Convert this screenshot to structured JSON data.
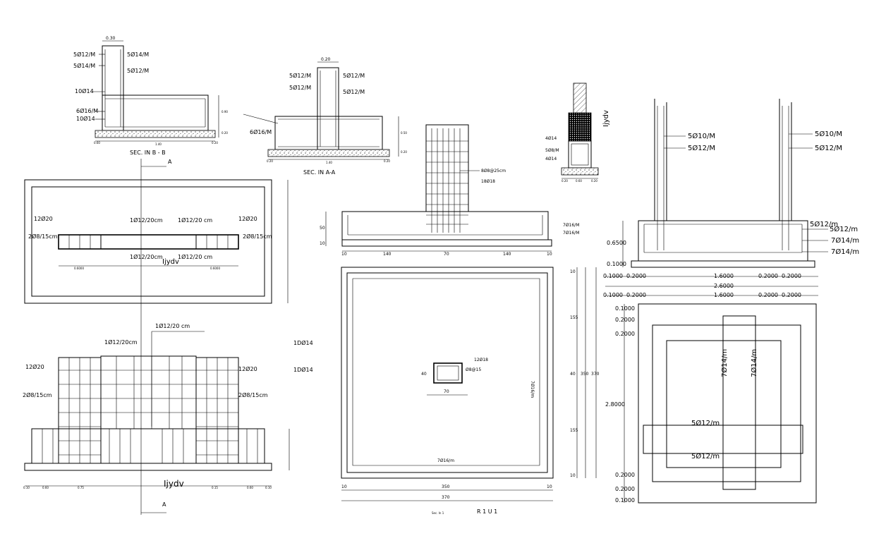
{
  "sections": {
    "bb": {
      "title": "SEC. IN B - B",
      "labels": [
        "5Ø12/M",
        "5Ø14/M",
        "10Ø14",
        "6Ø16/M",
        "10Ø14"
      ],
      "right_labels": [
        "5Ø14/M",
        "5Ø12/M"
      ],
      "dim_top": "0.30",
      "dims_small": [
        "0.60",
        "0.20",
        "0.90",
        "1.40",
        "0.20"
      ]
    },
    "aa": {
      "title": "SEC. IN A-A",
      "labels": [
        "5Ø12/M",
        "5Ø12/M",
        "6Ø16/M"
      ],
      "right_labels": [
        "5Ø12/M",
        "5Ø12/M"
      ],
      "dim_top": "0.20",
      "dims_small": [
        "0.20",
        "1.40",
        "0.20",
        "0.50",
        "0.20"
      ]
    },
    "plan": {
      "labels": [
        "12Ø20",
        "2Ø8/15cm",
        "1Ø12/20cm",
        "1Ø12/20 cm",
        "1Ø12/20cm",
        "1Ø12/20 cm",
        "12Ø20",
        "2Ø8/15cm"
      ],
      "center_label": "Ijydv",
      "marker_a": "A",
      "dims": [
        "0.6000",
        "0.6000"
      ]
    },
    "elev": {
      "labels": [
        "1Ø12/20 cm",
        "1Ø12/20cm",
        "12Ø20",
        "2Ø8/15cm",
        "12Ø20",
        "2Ø8/15cm",
        "1DØ14",
        "1DØ14"
      ],
      "center_label": "Ijydv",
      "marker_a": "A",
      "bottom_dims": [
        "0.10",
        "0.60",
        "0.75",
        "0.15",
        "0.60",
        "0.10"
      ]
    },
    "footing_elev": {
      "labels": [
        "8Ø8@25cm",
        "18Ø18",
        "7Ø16/M",
        "7Ø16/M"
      ],
      "dims": [
        "10",
        "140",
        "70",
        "140",
        "10"
      ],
      "side_dims": [
        "50",
        "10"
      ]
    },
    "footing_plan": {
      "labels": [
        "12Ø18",
        "Ø8@15",
        "7Ø16/m",
        "7Ø16/m"
      ],
      "col_w": "70",
      "col_h": "40",
      "dims_bottom": [
        "10",
        "350",
        "10"
      ],
      "dim_total": "370",
      "dims_right": [
        "10",
        "155",
        "40",
        "155",
        "10"
      ],
      "dim_right_mid": "350",
      "dim_right_total": "370",
      "caption_left": "Sec. In 1",
      "caption_right": "R 1 U 1"
    },
    "small": {
      "labels": [
        "4Ø14",
        "5Ø8/M",
        "4Ø14"
      ],
      "vert_label": "Ijydv",
      "dims": [
        "0.20",
        "0.60",
        "0.20"
      ]
    },
    "wall_sec": {
      "labels": [
        "5Ø10/M",
        "5Ø12/M",
        "5Ø10/M",
        "5Ø12/M",
        "5Ø12/m",
        "5Ø12/m",
        "7Ø14/m",
        "7Ø14/m"
      ],
      "left_dims": [
        "0.6500",
        "0.1000"
      ],
      "row1": [
        "0.1000",
        "0.2000",
        "1.6000",
        "0.2000",
        "0.2000"
      ],
      "row_total": "2.6000",
      "row2": [
        "0.1000",
        "0.2000",
        "1.6000",
        "0.2000",
        "0.2000"
      ]
    },
    "raft_plan": {
      "labels": [
        "7Ø14/m",
        "7Ø14/m",
        "5Ø12/m",
        "5Ø12/m"
      ],
      "left_dims": [
        "0.1000",
        "0.2000",
        "0.2000",
        "2.8000",
        "0.2000",
        "0.2000",
        "0.1000"
      ]
    }
  }
}
